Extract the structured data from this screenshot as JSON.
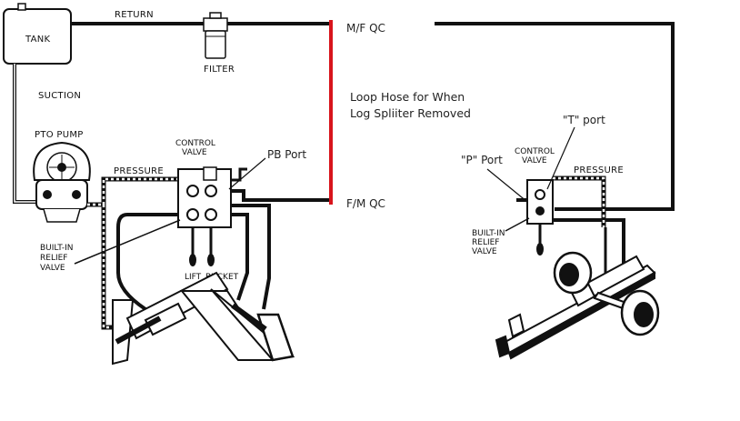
{
  "colors": {
    "loop_hose": "#d8141c",
    "line": "#111111",
    "background": "#ffffff"
  },
  "left_diagram": {
    "tank": "TANK",
    "return": "RETURN",
    "filter": "FILTER",
    "suction": "SUCTION",
    "pto_pump": "PTO PUMP",
    "control_valve": [
      "CONTROL",
      "VALVE"
    ],
    "pressure": "PRESSURE",
    "pb_port": "PB Port",
    "relief_valve": [
      "BUILT-IN",
      "RELIEF",
      "VALVE"
    ],
    "lift": "LIFT",
    "bucket": "BUCKET"
  },
  "quick_couplers": {
    "top": "M/F QC",
    "bottom": "F/M QC"
  },
  "loop_note": [
    "Loop Hose for When",
    "Log Spliiter Removed"
  ],
  "right_diagram": {
    "t_port": "\"T\" port",
    "p_port": "\"P\" Port",
    "control_valve": [
      "CONTROL",
      "VALVE"
    ],
    "pressure": "PRESSURE",
    "relief_valve": [
      "BUILT-IN",
      "RELIEF",
      "VALVE"
    ]
  }
}
